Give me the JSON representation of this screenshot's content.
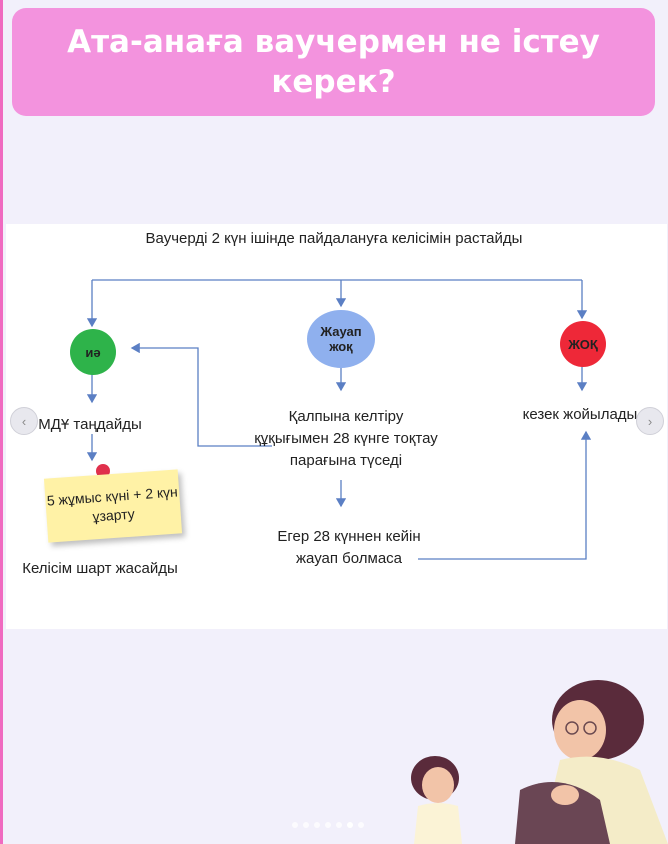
{
  "page": {
    "title": "Ата-анаға ваучермен не істеу керек?"
  },
  "diagram": {
    "top_text": "Ваучерді 2 күн ішінде пайдалануға келісімін растайды",
    "nodes": {
      "yes": "иә",
      "no_answer": "Жауап жоқ",
      "no": "ЖОҚ"
    },
    "left_step": "МДҰ таңдайды",
    "sticky_note": "5 жұмыс күні + 2 күн ұзарту",
    "left_final": "Келісім шарт жасайды",
    "middle_step": "Қалпына келтіру құқығымен 28 күнге тоқтау парағына түседі",
    "middle_final": "Егер 28 күннен кейін жауап болмаса",
    "right_step": "кезек жойылады"
  },
  "colors": {
    "title_bg": "#f393de",
    "yes_circle": "#2eb34a",
    "no_answer_circle": "#8fb0ee",
    "no_circle": "#ee2838",
    "connector": "#5b7fc4"
  },
  "carousel": {
    "slide_count": 7,
    "active_index": 5
  }
}
